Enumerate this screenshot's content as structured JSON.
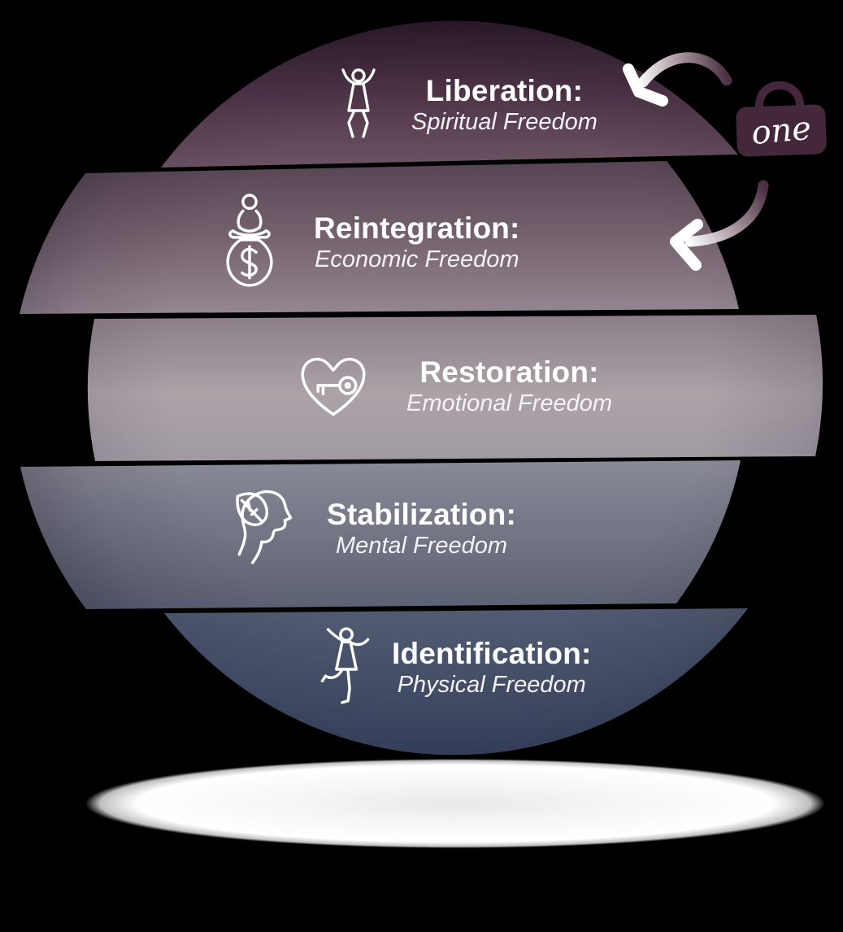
{
  "background_color": "#000000",
  "diagram": {
    "type": "cycle-sphere-5-stages",
    "text_color": "#ffffff",
    "stages": [
      {
        "title": "Liberation:",
        "subtitle": "Spiritual Freedom",
        "icon": "cheering-person-icon",
        "colors": {
          "top": "#281827",
          "mid": "#4e3347",
          "bottom": "#6d5464"
        }
      },
      {
        "title": "Reintegration:",
        "subtitle": "Economic Freedom",
        "icon": "meditating-person-money-bag-icon",
        "colors": {
          "top": "#564353",
          "mid": "#75626e",
          "bottom": "#958791"
        }
      },
      {
        "title": "Restoration:",
        "subtitle": "Emotional Freedom",
        "icon": "heart-key-icon",
        "colors": {
          "top": "#8a7d87",
          "mid": "#aca2a8",
          "bottom": "#a09aa3"
        }
      },
      {
        "title": "Stabilization:",
        "subtitle": "Mental Freedom",
        "icon": "head-leaf-icon",
        "colors": {
          "top": "#8a8a98",
          "mid": "#737584",
          "bottom": "#5b6174"
        }
      },
      {
        "title": "Identification:",
        "subtitle": "Physical Freedom",
        "icon": "dancing-person-icon",
        "colors": {
          "top": "#515b71",
          "mid": "#46516a",
          "bottom": "#394560"
        }
      }
    ],
    "badge": {
      "label": "one",
      "shape": "handbag",
      "color": "#45273b",
      "label_color": "#ffffff"
    },
    "arrows": {
      "count": 2,
      "gradient": {
        "start": "#4c3145",
        "mid": "#b19fa9",
        "end": "#ffffff"
      }
    },
    "shadow": {
      "color": "#ffffff"
    }
  }
}
